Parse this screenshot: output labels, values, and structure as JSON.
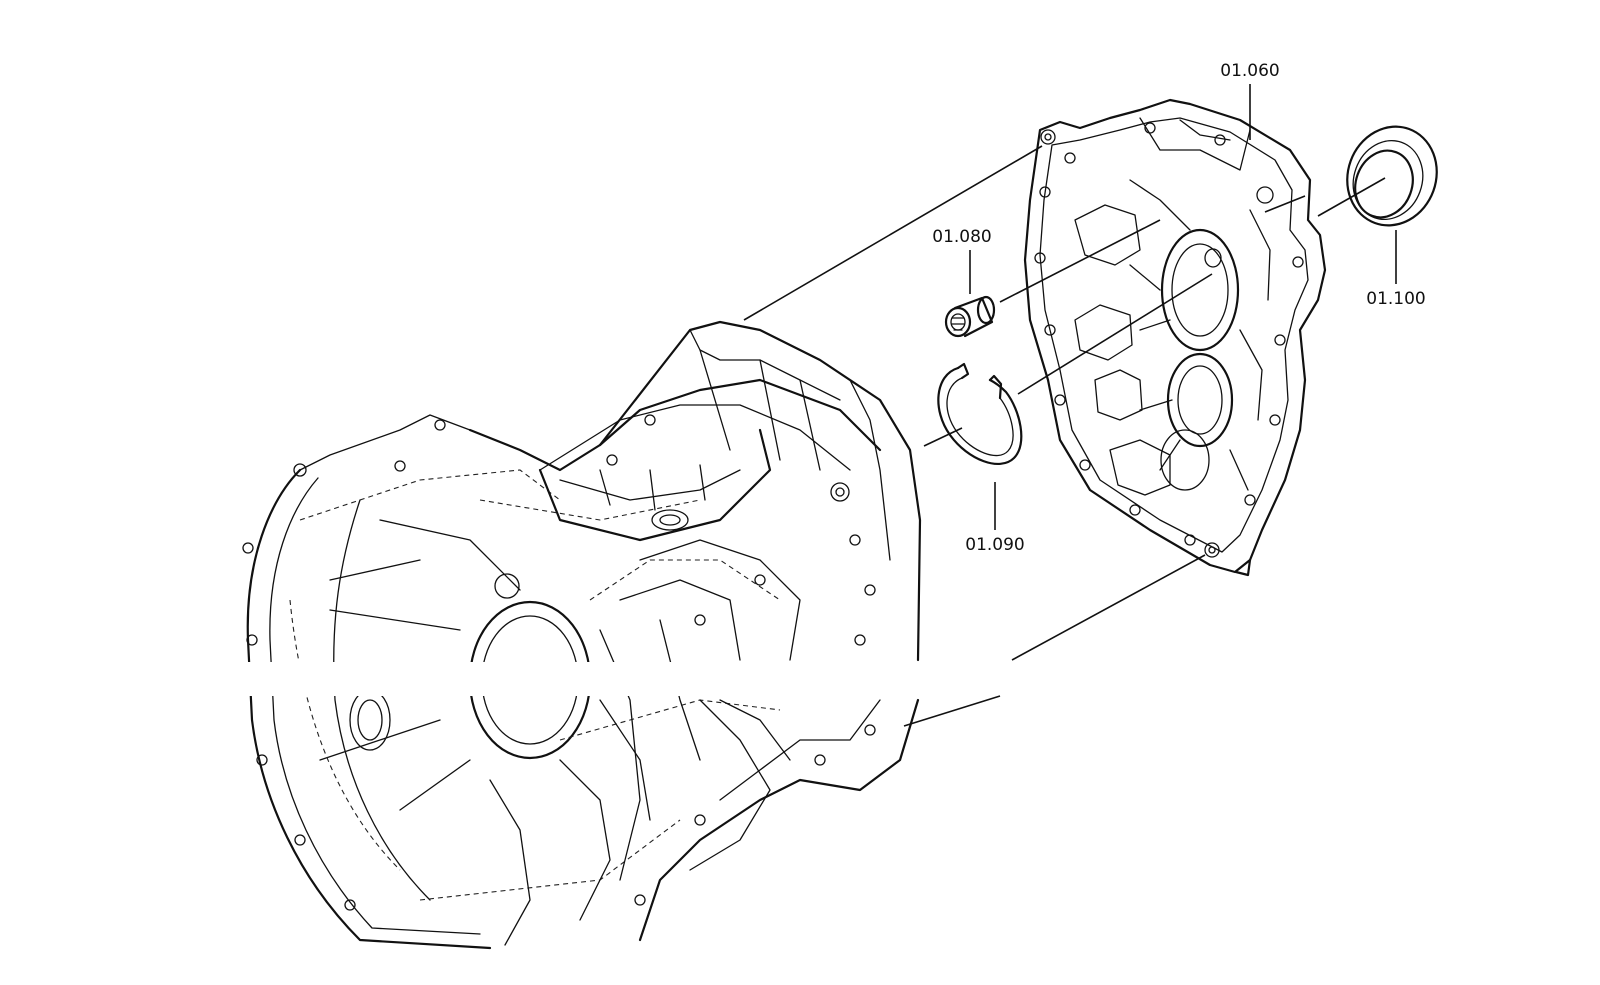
{
  "callouts": [
    {
      "id": "01.060"
    },
    {
      "id": "01.080"
    },
    {
      "id": "01.090"
    },
    {
      "id": "01.100"
    }
  ],
  "colors": {
    "line": "#111111",
    "background": "#ffffff"
  }
}
